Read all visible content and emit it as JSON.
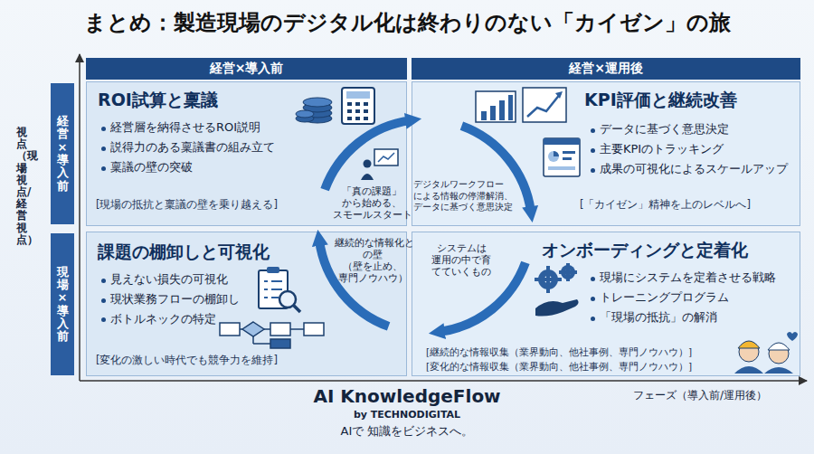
{
  "diagram": {
    "title": "まとめ：製造現場のデジタル化は終わりのない「カイゼン」の旅",
    "nodes": [
      {
        "text": [
          "経営×導入前"
        ]
      },
      {
        "text": [
          "経営×運用後"
        ]
      },
      {
        "text": [
          "経営×導入前"
        ]
      },
      {
        "text": [
          "現場×導入前"
        ]
      },
      {
        "text": [
          "ROI試算と稟議",
          "経営層を納得させるROI説明",
          "説得力のある稟議書の組み立て",
          "稟議の壁の突破",
          "[現場の抵抗と稟議の壁を乗り越える]"
        ]
      },
      {
        "text": [
          "KPI評価と継続改善",
          "データに基づく意思決定",
          "主要KPIのトラッキング",
          "成果の可視化によるスケールアップ",
          "[「カイゼン」精神を上のレベルへ]"
        ]
      },
      {
        "text": [
          "課題の棚卸しと可視化",
          "見えない損失の可視化",
          "現状業務フローの棚卸し",
          "ボトルネックの特定",
          "[変化の激しい時代でも競争力を維持]"
        ]
      },
      {
        "text": [
          "オンボーディングと定着化",
          "現場にシステムを定着させる戦略",
          "トレーニングプログラム",
          "「現場の抵抗」の解消",
          "[継続的な情報収集（業界動向、他社事例、専門ノウハウ）]",
          "[変化的な情報収集（業界動向、他社事例、専門ノウハウ）]"
        ]
      }
    ],
    "labels": [
      "視点（現場視点/経営視点）",
      "「真の課題」 から始める、 スモールスタート",
      "デジタルワークフロー による情報の停滞解消、 データに基づく意思決定",
      "継続的な情報化と の壁（壁を止め、 専門ノウハウ）",
      "システムは 運用の中で育 てていくもの",
      "フェーズ（導入前/運用後）",
      "AI KnowledgeFlow",
      "by TECHNODIGITAL",
      "AIで 知識をビジネスへ。"
    ]
  }
}
